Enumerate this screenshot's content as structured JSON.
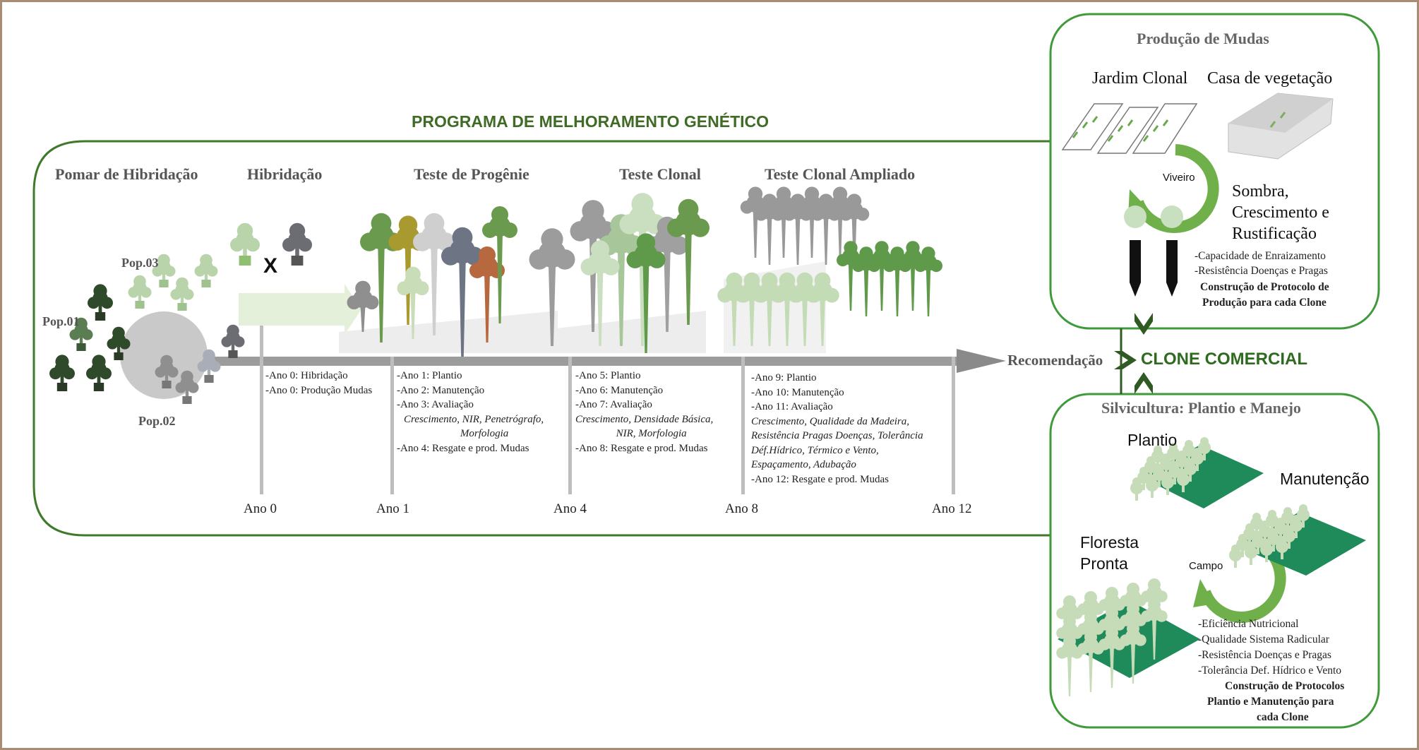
{
  "program_title": "PROGRAMA DE MELHORAMENTO GENÉTICO",
  "stages": {
    "pomar": "Pomar de Hibridação",
    "hibridacao": "Hibridação",
    "progenie": "Teste de Progênie",
    "clonal": "Teste Clonal",
    "ampliado": "Teste Clonal Ampliado"
  },
  "populations": {
    "pop01": "Pop.01",
    "pop02": "Pop.02",
    "pop03": "Pop.03"
  },
  "cross_symbol": "X",
  "timeline_years": [
    "Ano 0",
    "Ano 1",
    "Ano 4",
    "Ano 8",
    "Ano 12"
  ],
  "notes": {
    "ano0": [
      "-Ano 0: Hibridação",
      "-Ano 0: Produção Mudas"
    ],
    "ano1": {
      "l1": "-Ano 1: Plantio",
      "l2": "-Ano 2: Manutenção",
      "l3": "-Ano 3: Avaliação",
      "l4": "Crescimento, NIR, Penetrógrafo,",
      "l5": "Morfologia",
      "l6": "-Ano 4: Resgate e prod. Mudas"
    },
    "ano4": {
      "l1": "-Ano 5: Plantio",
      "l2": "-Ano 6: Manutenção",
      "l3": "-Ano 7: Avaliação",
      "l4": "Crescimento, Densidade Básica,",
      "l5": "NIR, Morfologia",
      "l6": "-Ano 8: Resgate e prod. Mudas"
    },
    "ano8": {
      "l1": "-Ano 9: Plantio",
      "l2": "-Ano 10: Manutenção",
      "l3": "-Ano 11: Avaliação",
      "l4": "Crescimento, Qualidade da Madeira,",
      "l5": "Resistência Pragas  Doenças, Tolerância",
      "l6": "Déf.Hídrico, Térmico e Vento,",
      "l7": "Espaçamento, Adubação",
      "l8": "-Ano 12: Resgate e prod. Mudas"
    }
  },
  "recommendation": "Recomendação",
  "clone_comercial": "CLONE COMERCIAL",
  "producao": {
    "title": "Produção de Mudas",
    "jardim": "Jardim Clonal",
    "casa": "Casa de vegetação",
    "cycle_label": "Viveiro",
    "sombra": [
      "Sombra,",
      "Crescimento  e",
      "Rustificação"
    ],
    "items": [
      "-Capacidade de Enraizamento",
      "-Resistência Doenças e Pragas"
    ],
    "bold_lines": [
      "Construção de Protocolo de",
      "Produção para cada Clone"
    ]
  },
  "silvicultura": {
    "title": "Silvicultura: Plantio e Manejo",
    "plantio": "Plantio",
    "manutencao": "Manutenção",
    "floresta": [
      "Floresta",
      "Pronta"
    ],
    "cycle_label": "Campo",
    "items": [
      "-Eficiência Nutricional",
      "-Qualidade Sistema Radicular",
      "-Resistência Doenças e Pragas",
      "-Tolerância Def. Hídrico e Vento"
    ],
    "bold_lines": [
      "Construção de Protocolos",
      "Plantio e Manutenção para",
      "cada Clone"
    ]
  },
  "colors": {
    "border_green": "#3f7a2a",
    "dark_green": "#2f4a2a",
    "mid_green": "#6f9a4e",
    "light_green": "#b8d4a8",
    "grey": "#9a9a9a",
    "dark_grey": "#6b6d73",
    "frame": "#a88d74",
    "field_green": "#1f8a5a"
  }
}
